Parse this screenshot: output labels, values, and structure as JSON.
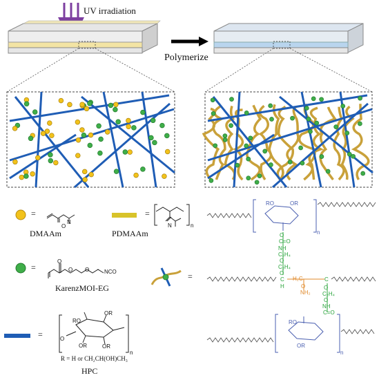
{
  "process": {
    "uv_label": "UV irradiation",
    "polymerize_label": "Polymerize"
  },
  "legend": {
    "equals": "=",
    "dmaam": "DMAAm",
    "pdmaam": "PDMAAm",
    "karenz": "KarenzMOI-EG",
    "hpc": "HPC",
    "r_group": "R = H or CH₂CH(OH)CH₃"
  },
  "chem": {
    "ro": "RO",
    "or": "OR",
    "n": "n",
    "o": "O",
    "nco": "NCO",
    "n_atom": "N",
    "nh": "NH",
    "c": "C",
    "c_eq_o": "C=O",
    "c2h4": "C₂H₄",
    "h": "H",
    "h2c": "H₂C",
    "nh2": "NH₂"
  },
  "colors": {
    "hpc_blue": "#1f5db5",
    "pdmaam_gold": "#c9a13a",
    "dmaam_yellow": "#f2c21b",
    "karenz_green": "#3fae49",
    "uv_purple": "#7d3fa0",
    "linker_green": "#27a33a",
    "pdmaam_orange": "#e0892a",
    "cellulose_blue": "#4a5fb0"
  }
}
